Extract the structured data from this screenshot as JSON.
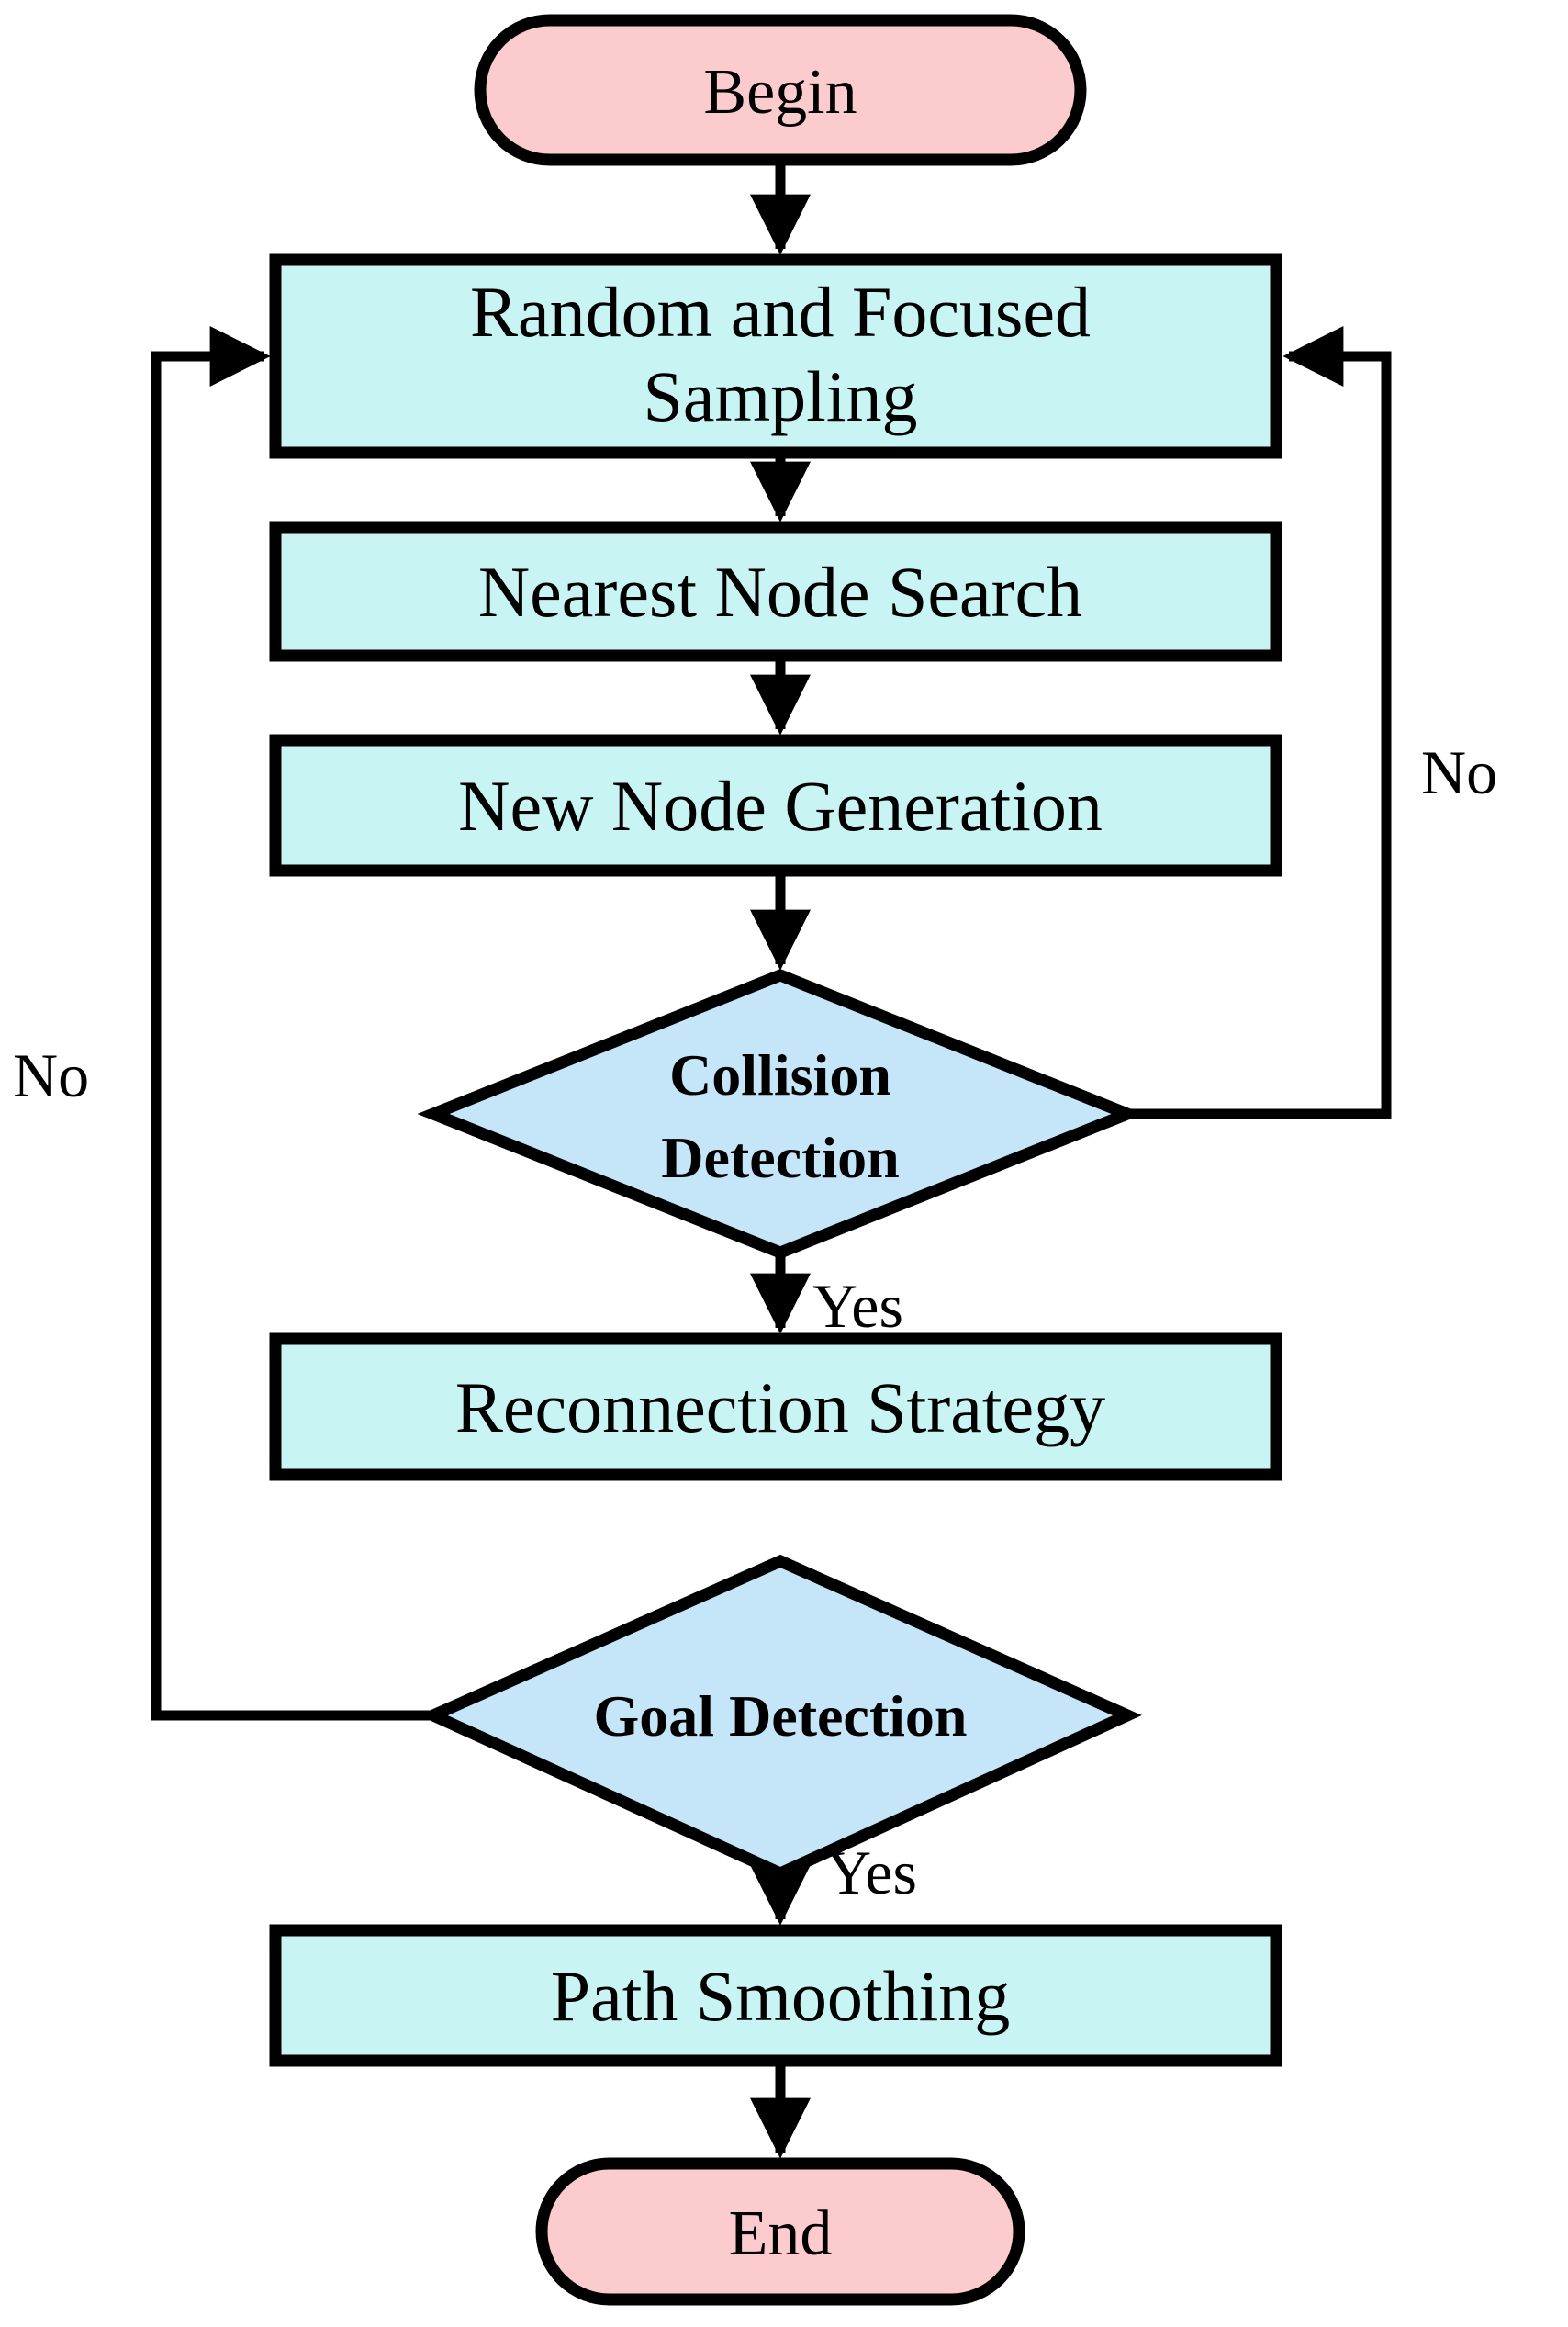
{
  "diagram": {
    "type": "flowchart",
    "colors": {
      "terminator_fill": "#fccbce",
      "process_fill": "#c8f5f4",
      "decision_fill": "#c4e6f8",
      "line": "#000000"
    },
    "nodes": {
      "begin": {
        "label": "Begin"
      },
      "sampling": {
        "line1": "Random and Focused",
        "line2": "Sampling"
      },
      "nearest_node_search": {
        "label": "Nearest Node Search"
      },
      "new_node_generation": {
        "label": "New Node Generation"
      },
      "collision_detection": {
        "line1": "Collision",
        "line2": "Detection"
      },
      "reconnection_strategy": {
        "label": "Reconnection Strategy"
      },
      "goal_detection": {
        "label": "Goal Detection"
      },
      "path_smoothing": {
        "label": "Path Smoothing"
      },
      "end": {
        "label": "End"
      }
    },
    "edge_labels": {
      "collision_yes": "Yes",
      "collision_no": "No",
      "goal_yes": "Yes",
      "goal_no": "No"
    }
  }
}
